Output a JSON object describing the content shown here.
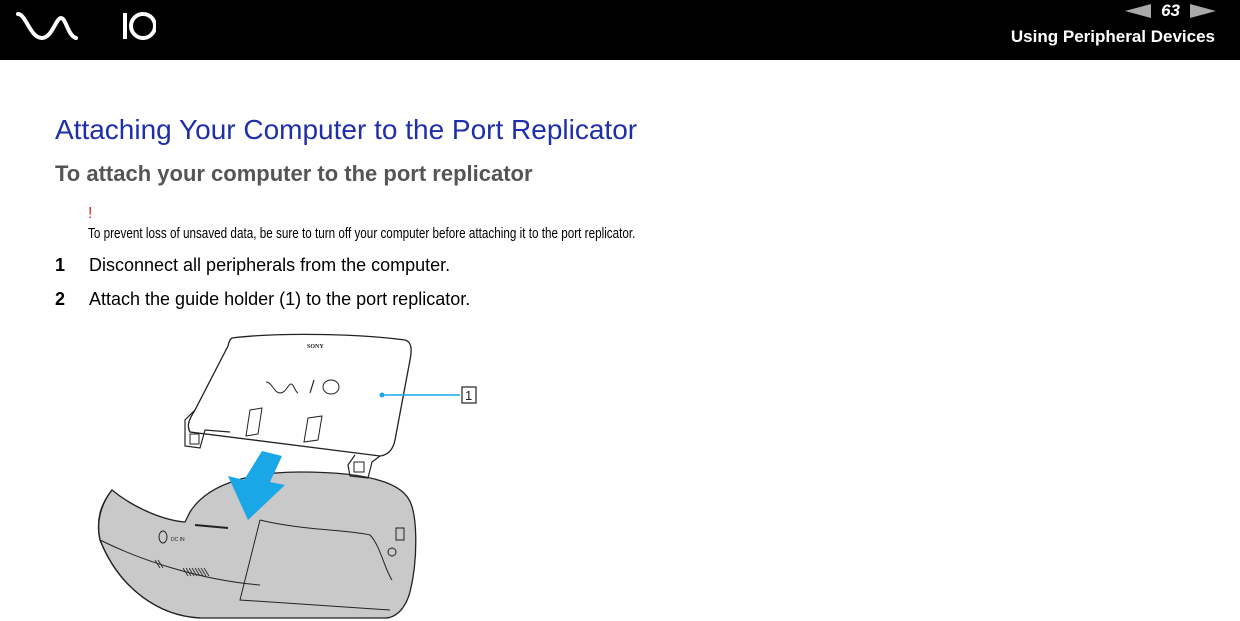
{
  "header": {
    "brand": "VAIO",
    "page_number": "63",
    "section_title": "Using Peripheral Devices",
    "prev_icon": "triangle-left-icon",
    "next_icon": "triangle-right-icon"
  },
  "main": {
    "title": "Attaching Your Computer to the Port Replicator",
    "subtitle": "To attach your computer to the port replicator",
    "caution": {
      "mark": "!",
      "text": "To prevent loss of unsaved data, be sure to turn off your computer before attaching it to the port replicator."
    },
    "steps": [
      {
        "number": "1",
        "text": "Disconnect all peripherals from the computer."
      },
      {
        "number": "2",
        "text": "Attach the guide holder (1) to the port replicator."
      }
    ],
    "figure": {
      "callout_label": "1",
      "holder_brand": "SONY",
      "holder_logo": "VAIO",
      "port_label": "DC IN",
      "arrow_color": "#1aa7e8",
      "callout_color": "#1aa7e8"
    }
  },
  "colors": {
    "header_bg": "#000000",
    "title_blue": "#1f2fa8",
    "subtitle_gray": "#555555",
    "caution_red": "#e0262a",
    "pager_gray": "#a9a9a9"
  }
}
